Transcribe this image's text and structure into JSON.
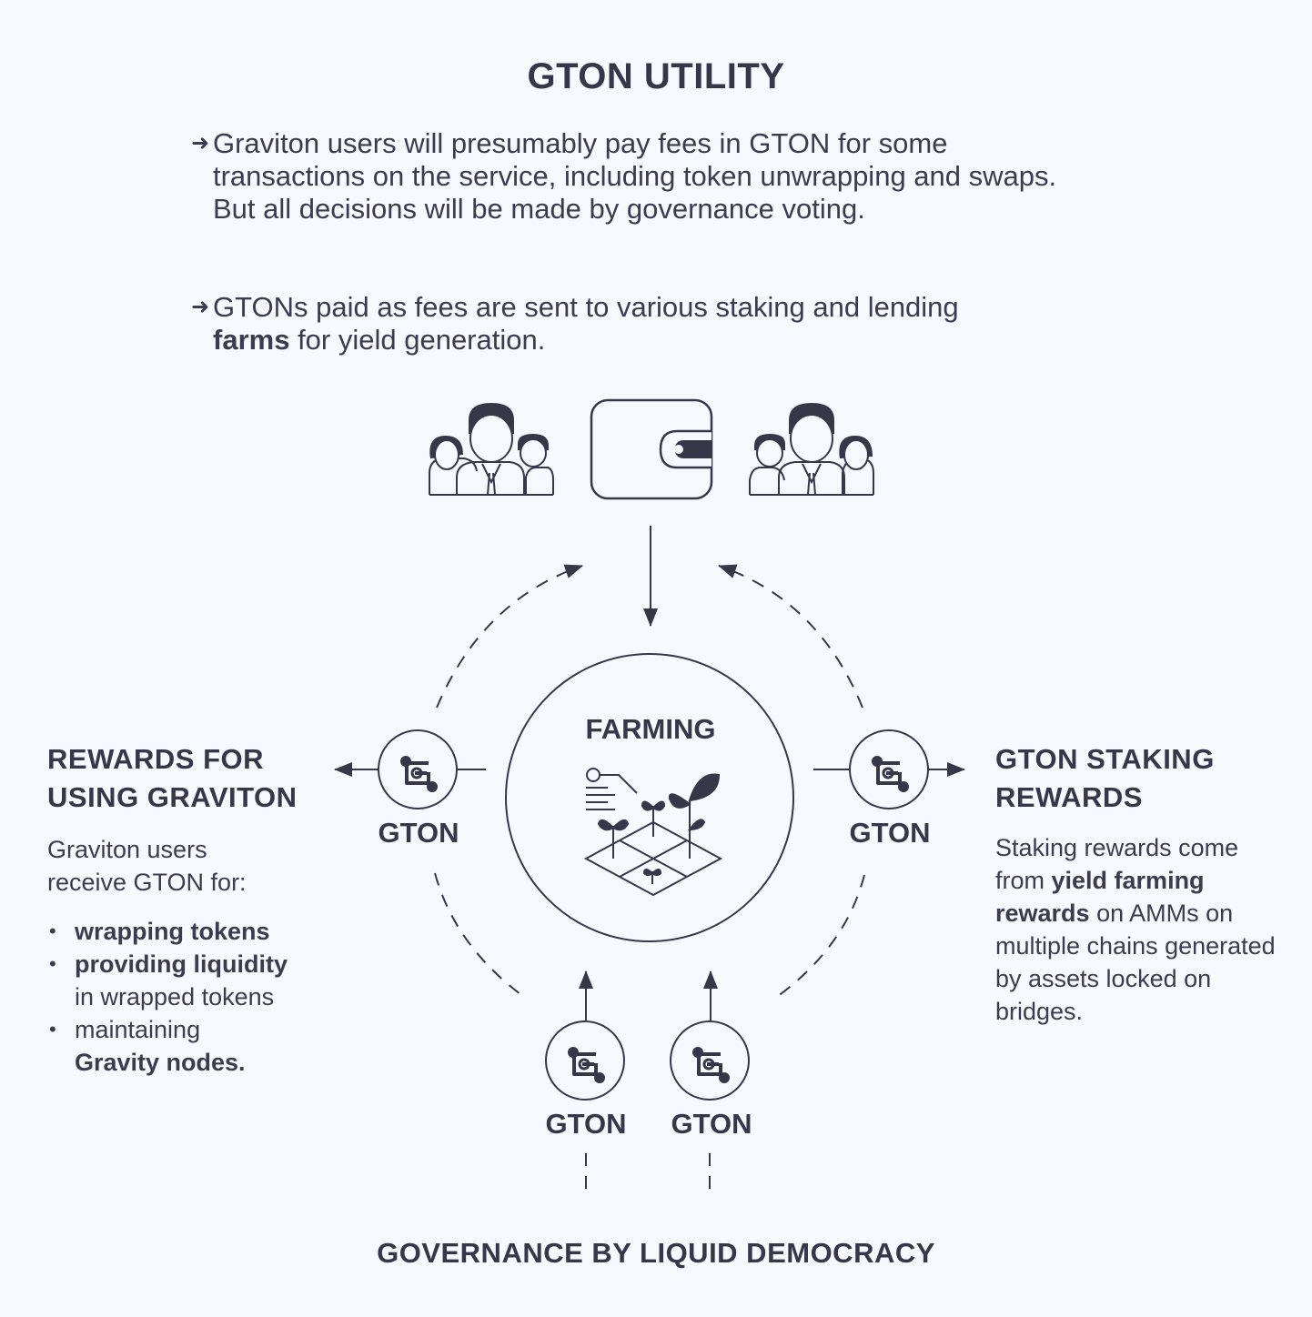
{
  "title": "GTON UTILITY",
  "bullets": [
    {
      "arrow": "➜",
      "text": "Graviton users will presumably pay fees in GTON for some transactions on the service, including token unwrapping and swaps. But all decisions will be made by governance voting."
    },
    {
      "arrow": "➜",
      "text_bold": "farms",
      "text_before": "GTONs paid as fees are sent to various staking and lending",
      "text_after": "for yield generation."
    }
  ],
  "center": {
    "label": "FARMING"
  },
  "token_label": "GTON",
  "left": {
    "heading_line1": "REWARDS FOR",
    "heading_line2": "USING GRAVITON",
    "intro": "Graviton users receive GTON for:",
    "items": [
      {
        "bold": "wrapping tokens",
        "rest": ""
      },
      {
        "bold": "providing liquidity",
        "rest": "in wrapped tokens"
      },
      {
        "bold": "Gravity nodes.",
        "rest": "maintaining"
      }
    ]
  },
  "right": {
    "heading_line1": "GTON STAKING",
    "heading_line2": "REWARDS",
    "text_before": "Staking rewards come from",
    "text_bold": "yield farming rewards",
    "text_after": "on AMMs on multiple chains generated by assets locked on bridges."
  },
  "footer": "GOVERNANCE BY LIQUID DEMOCRACY",
  "colors": {
    "ink": "#353849",
    "background": "#f6f9fe"
  }
}
